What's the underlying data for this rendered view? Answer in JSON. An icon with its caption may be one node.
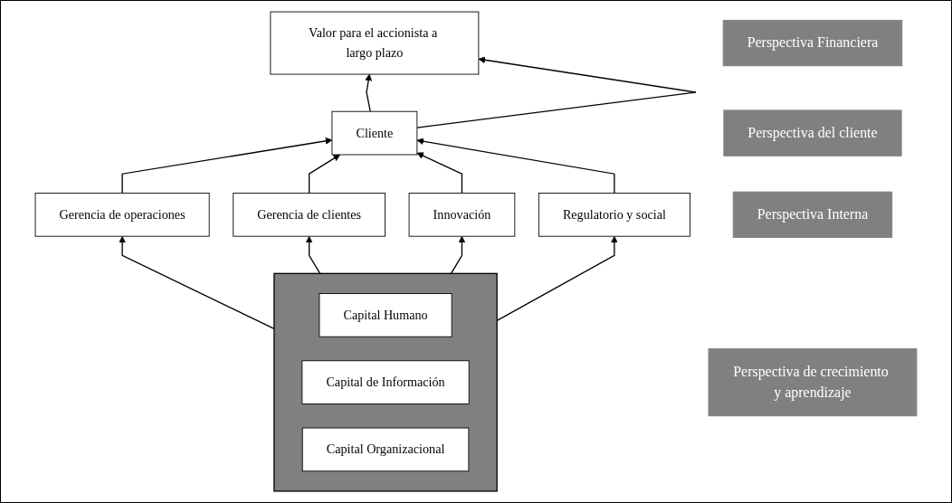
{
  "diagram": {
    "nodes": [
      {
        "text": [
          "Perspectiva Financiera"
        ]
      },
      {
        "text": [
          "Valor para el accionista a largo plazo"
        ]
      },
      {
        "text": [
          "Perspectiva del cliente"
        ]
      },
      {
        "text": [
          "Cliente"
        ]
      },
      {
        "text": [
          "Perspectiva Interna"
        ]
      },
      {
        "text": [
          "Gerencia de operaciones"
        ]
      },
      {
        "text": [
          "Gerencia de clientes"
        ]
      },
      {
        "text": [
          "Innovación"
        ]
      },
      {
        "text": [
          "Regulatorio y social"
        ]
      },
      {
        "text": [
          "Perspectiva de crecimiento y aprendizaje"
        ]
      },
      {
        "text": [],
        "shape": "box"
      },
      {
        "text": [
          "Capital Humano"
        ],
        "in": 10
      },
      {
        "text": [
          "Capital de Información"
        ],
        "in": 10
      },
      {
        "text": [
          "Capital Organizacional"
        ],
        "in": 10
      }
    ],
    "edges": [
      {
        "from": 3,
        "to": 1,
        "arrow": "to"
      },
      {
        "from": 3,
        "to": 1,
        "arrow": "to"
      },
      {
        "from": 5,
        "to": 3,
        "arrow": "to"
      },
      {
        "from": 6,
        "to": 3,
        "arrow": "to"
      },
      {
        "from": 7,
        "to": 3,
        "arrow": "to"
      },
      {
        "from": 8,
        "to": 3,
        "arrow": "to"
      },
      {
        "from": 10,
        "to": 5,
        "arrow": "to"
      },
      {
        "from": 10,
        "to": 6,
        "arrow": "to"
      },
      {
        "from": 10,
        "to": 7,
        "arrow": "to"
      },
      {
        "from": 10,
        "to": 8,
        "arrow": "to"
      }
    ]
  }
}
